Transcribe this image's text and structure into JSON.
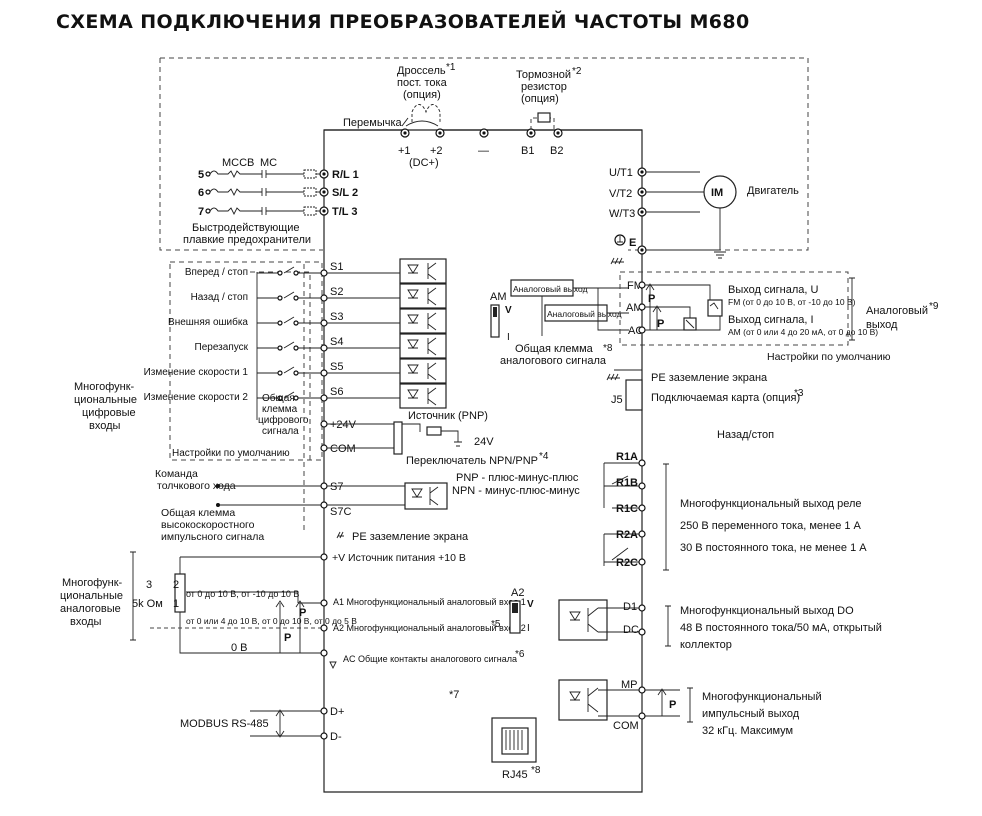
{
  "title": "СХЕМА ПОДКЛЮЧЕНИЯ ПРЕОБРАЗОВАТЕЛЕЙ ЧАСТОТЫ М680",
  "power": {
    "choke_label": [
      "Дроссель",
      "пост. тока",
      "(опция)"
    ],
    "choke_note": "*1",
    "brake_label": [
      "Тормозной",
      "резистор",
      "(опция)"
    ],
    "brake_note": "*2",
    "jumper": "Перемычка",
    "dc_terminals": [
      "+1",
      "+2",
      "—",
      "B1",
      "B2"
    ],
    "dc_plus": "(DC+)",
    "inputs": [
      {
        "num": "5",
        "terminal": "R/L 1"
      },
      {
        "num": "6",
        "terminal": "S/L 2"
      },
      {
        "num": "7",
        "terminal": "T/L 3"
      }
    ],
    "mccb": "MCCB",
    "mc": "MC",
    "fuses": [
      "Быстродействующие",
      "плавкие предохранители"
    ],
    "outputs": [
      "U/T1",
      "V/T2",
      "W/T3"
    ],
    "motor_symbol": "IM",
    "motor_label": "Двигатель",
    "ground": "E"
  },
  "digital_inputs": {
    "items": [
      {
        "label": "Вперед / стоп",
        "terminal": "S1"
      },
      {
        "label": "Назад / стоп",
        "terminal": "S2"
      },
      {
        "label": "Внешняя ошибка",
        "terminal": "S3"
      },
      {
        "label": "Перезапуск",
        "terminal": "S4"
      },
      {
        "label": "Изменение скорости 1",
        "terminal": "S5"
      },
      {
        "label": "Изменение скорости 2",
        "terminal": "S6"
      }
    ],
    "group_label": [
      "Многофунк-",
      "циональные",
      "цифровые",
      "входы"
    ],
    "common_label": [
      "Общая",
      "клемма",
      "цифрового",
      "сигнала"
    ],
    "defaults": "Настройки по умолчанию",
    "plus24": "+24V",
    "com": "COM",
    "source": "Источник (PNP)",
    "v24": "24V",
    "switch": "Переключатель NPN/PNP",
    "switch_note": "*4",
    "jog_label": [
      "Команда",
      "толчкового хода"
    ],
    "s7": "S7",
    "s7c": "S7C",
    "pnp": "PNP - плюс-минус-плюс",
    "npn": "NPN - минус-плюс-минус",
    "hs_common": [
      "Общая клемма",
      "высокоскоростного",
      "импульсного сигнала"
    ],
    "pe_shield": "PE заземление экрана"
  },
  "analog_inputs": {
    "group_label": [
      "Многофунк-",
      "циональные",
      "аналоговые",
      "входы"
    ],
    "pot": "5k Ом",
    "pins": [
      "3",
      "2",
      "1"
    ],
    "supply": "+V Источник питания +10 В",
    "range1": "от 0 до 10 В, от -10 до 10 В",
    "range2": "от 0 или 4 до 10 В, от 0 до 10 В, от 0 до 5 В",
    "zero": "0 В",
    "a1": "A1 Многофункциональный аналоговый вход 1",
    "a2": "A2 Многофункциональный аналоговый вход 2",
    "a2_note": "*5",
    "ac": "AC Общие контакты аналогового сигнала",
    "ac_note": "*6",
    "sw_a2": "A2",
    "sw_v": "V",
    "sw_i": "I",
    "p": "P"
  },
  "analog_outputs": {
    "box1": "Аналоговый выход",
    "box2": "Аналоговый выход",
    "am": "AM",
    "v": "V",
    "i": "I",
    "fm": "FM",
    "am_t": "AM",
    "ac_t": "AC",
    "p": "P",
    "common": [
      "Общая клемма",
      "аналогового сигнала"
    ],
    "common_note": "*8",
    "out_u": "Выход сигнала, U",
    "out_u_range": "FM (от 0 до 10 В, от -10 до 10 В)",
    "out_i": "Выход сигнала, I",
    "out_i_range": "AM (от 0 или 4 до 20 мА, от 0 до 10 В)",
    "group": [
      "Аналоговый",
      "выход"
    ],
    "group_note": "*9",
    "defaults": "Настройки по умолчанию",
    "pe": "PE заземление экрана",
    "j5": "J5",
    "card": "Подключаемая карта (опция)",
    "card_note": "*3",
    "rev": "Назад/стоп"
  },
  "relays": {
    "terminals": [
      "R1A",
      "R1B",
      "R1C",
      "R2A",
      "R2C"
    ],
    "title": "Многофункциональный выход реле",
    "line1": "250 В переменного тока, менее 1 А",
    "line2": "30 В постоянного тока, не менее 1 А"
  },
  "do_output": {
    "terminals": [
      "D1",
      "DC"
    ],
    "title": "Многофункциональный выход DO",
    "line1": "48 В постоянного тока/50 мА, открытый",
    "line2": "коллектор"
  },
  "pulse_output": {
    "terminals": [
      "MP",
      "COM"
    ],
    "p": "P",
    "lines": [
      "Многофункциональный",
      "импульсный выход",
      "32 кГц. Максимум"
    ]
  },
  "comm": {
    "modbus": "MODBUS RS-485",
    "dp": "D+",
    "dm": "D-",
    "note7": "*7",
    "rj45": "RJ45",
    "rj45_note": "*8"
  }
}
